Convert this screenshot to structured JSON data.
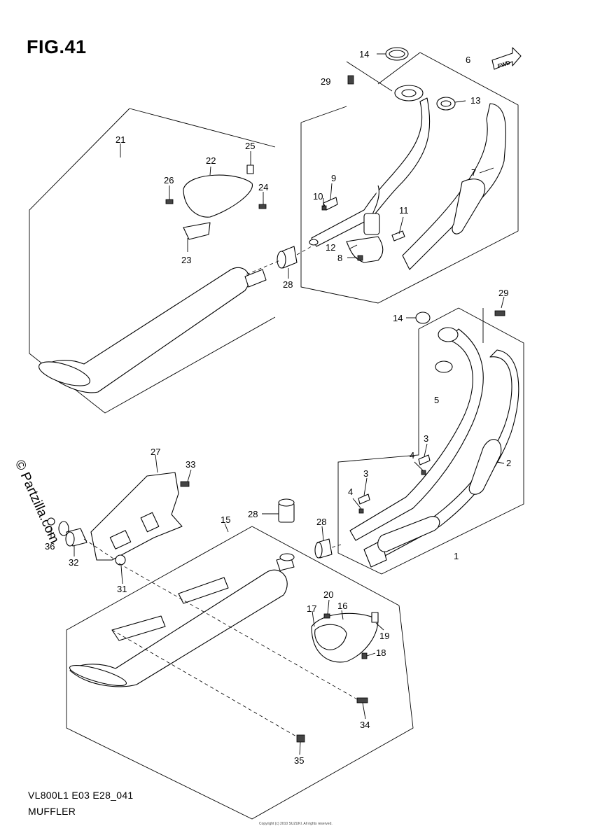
{
  "figure": {
    "title": "FIG.41",
    "model_code": "VL800L1 E03 E28_041",
    "section_name": "MUFFLER",
    "copyright_line": "Copyright (c) 2010 SUZUKI. All rights reserved."
  },
  "watermark": {
    "text": "© Partzilla.com"
  },
  "fwd_tag": {
    "text": "FWD"
  },
  "callouts": {
    "c1": "1",
    "c2": "2",
    "c3a": "3",
    "c3b": "3",
    "c4a": "4",
    "c4b": "4",
    "c5": "5",
    "c6": "6",
    "c7": "7",
    "c8": "8",
    "c9": "9",
    "c10": "10",
    "c11": "11",
    "c12": "12",
    "c13": "13",
    "c14a": "14",
    "c14b": "14",
    "c15": "15",
    "c16": "16",
    "c17": "17",
    "c18": "18",
    "c19": "19",
    "c20": "20",
    "c21": "21",
    "c22": "22",
    "c23": "23",
    "c24": "24",
    "c25": "25",
    "c26": "26",
    "c27": "27",
    "c28a": "28",
    "c28b": "28",
    "c28c": "28",
    "c29a": "29",
    "c29b": "29",
    "c31": "31",
    "c32": "32",
    "c33": "33",
    "c34": "34",
    "c35": "35",
    "c36": "36"
  }
}
